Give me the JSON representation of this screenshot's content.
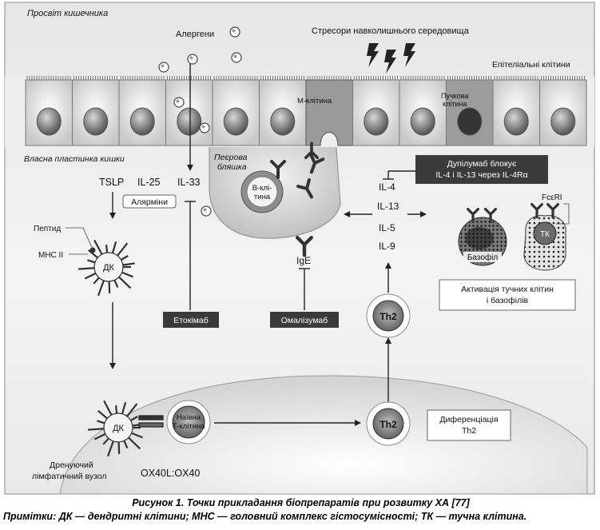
{
  "labels": {
    "lumen": "Просвіт кишечника",
    "allergens": "Алергени",
    "env_stressors": "Стресори навколишнього середовища",
    "epithelial": "Епітеліальні клітини",
    "m_cell": "М-клітина",
    "tuft_cell": [
      "Пучкова",
      "клітина"
    ],
    "lamina_propria": "Власна пластинка кишки",
    "peyer_patch": [
      "Пеєрова",
      "бляшка"
    ],
    "b_cell": [
      "В-клі-",
      "тина"
    ],
    "tslp": "TSLP",
    "il25": "IL-25",
    "il33": "IL-33",
    "alarmins": "Алярміни",
    "peptide": "Пептид",
    "mhc2": "МНС II",
    "dc": "ДК",
    "dupilumab": [
      "Дупілумаб блокує",
      "IL-4 і IL-13 через IL-4Rα"
    ],
    "il4": "IL-4",
    "il13": "IL-13",
    "il5": "IL-5",
    "il9": "IL-9",
    "fceri": "FcεRI",
    "basophil": "Базофіл",
    "mast_cell": "ТК",
    "activation": [
      "Активація тучних клітин",
      "і базофілів"
    ],
    "ige": "IgE",
    "etokimab": "Етокімаб",
    "omalizumab": "Омалізумаб",
    "th2": "Th2",
    "naive_t": [
      "Наївна",
      "Т-клітина"
    ],
    "diff_th2": [
      "Диференціація",
      "Th2"
    ],
    "lymph_node": [
      "Дренуючий",
      "лімфатичний вузол"
    ],
    "ox40": "OX40L:OX40"
  },
  "caption": {
    "title": "Рисунок 1. Точки прикладання біопрепаратів при розвитку ХА [77]",
    "notes": "Примітки: ДК — дендритні клітини; МНС — головний комплекс гістосумісності; ТК — тучна клітина."
  }
}
